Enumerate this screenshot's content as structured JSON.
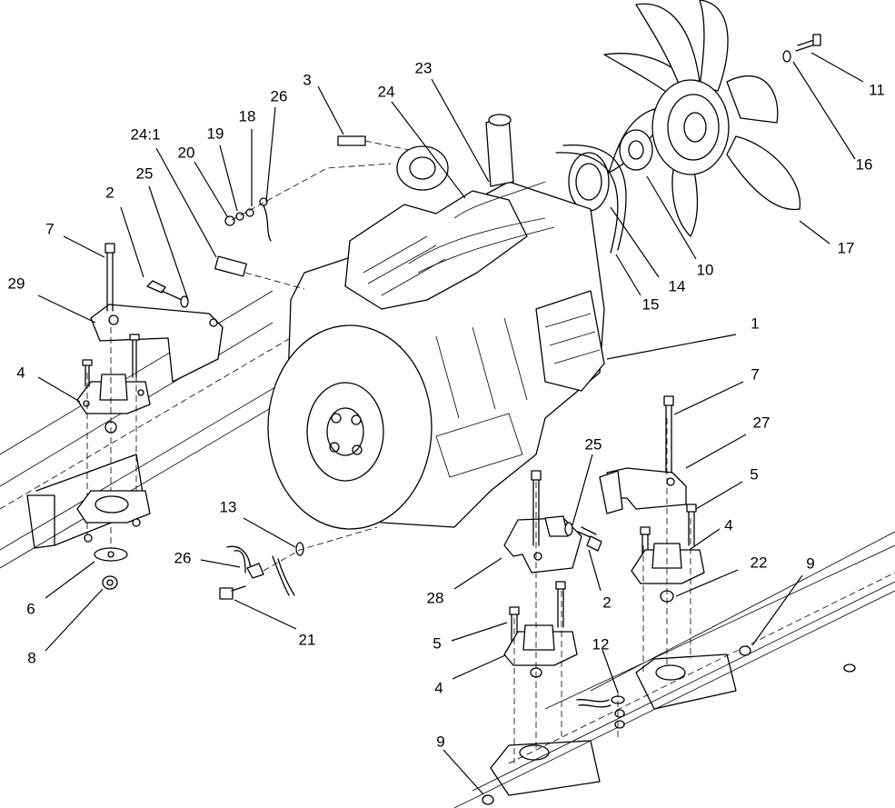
{
  "diagram": {
    "callouts": [
      {
        "id": "c1",
        "label": "1"
      },
      {
        "id": "c2a",
        "label": "2"
      },
      {
        "id": "c2b",
        "label": "2"
      },
      {
        "id": "c3",
        "label": "3"
      },
      {
        "id": "c4a",
        "label": "4"
      },
      {
        "id": "c4b",
        "label": "4"
      },
      {
        "id": "c4c",
        "label": "4"
      },
      {
        "id": "c5a",
        "label": "5"
      },
      {
        "id": "c5b",
        "label": "5"
      },
      {
        "id": "c6",
        "label": "6"
      },
      {
        "id": "c7a",
        "label": "7"
      },
      {
        "id": "c7b",
        "label": "7"
      },
      {
        "id": "c8",
        "label": "8"
      },
      {
        "id": "c9a",
        "label": "9"
      },
      {
        "id": "c9b",
        "label": "9"
      },
      {
        "id": "c10",
        "label": "10"
      },
      {
        "id": "c11",
        "label": "11"
      },
      {
        "id": "c12",
        "label": "12"
      },
      {
        "id": "c13",
        "label": "13"
      },
      {
        "id": "c14",
        "label": "14"
      },
      {
        "id": "c15",
        "label": "15"
      },
      {
        "id": "c16",
        "label": "16"
      },
      {
        "id": "c17",
        "label": "17"
      },
      {
        "id": "c18",
        "label": "18"
      },
      {
        "id": "c19",
        "label": "19"
      },
      {
        "id": "c20",
        "label": "20"
      },
      {
        "id": "c21",
        "label": "21"
      },
      {
        "id": "c22",
        "label": "22"
      },
      {
        "id": "c23",
        "label": "23"
      },
      {
        "id": "c24",
        "label": "24"
      },
      {
        "id": "c24-1",
        "label": "24:1"
      },
      {
        "id": "c25a",
        "label": "25"
      },
      {
        "id": "c25b",
        "label": "25"
      },
      {
        "id": "c26a",
        "label": "26"
      },
      {
        "id": "c26b",
        "label": "26"
      },
      {
        "id": "c27",
        "label": "27"
      },
      {
        "id": "c28",
        "label": "28"
      },
      {
        "id": "c29",
        "label": "29"
      }
    ]
  }
}
